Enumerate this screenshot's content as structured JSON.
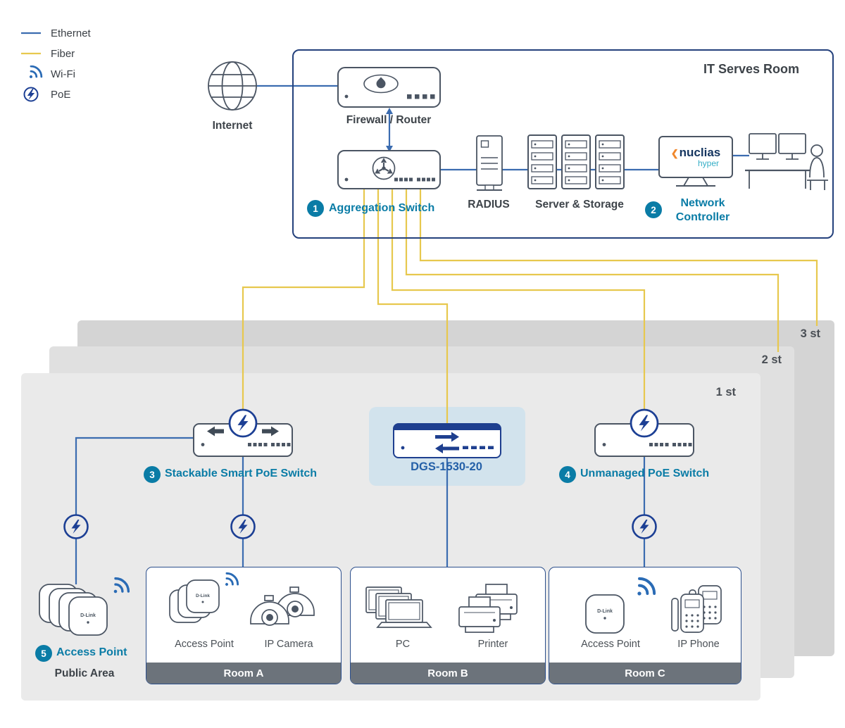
{
  "legend": {
    "items": [
      {
        "name": "ethernet",
        "label": "Ethernet"
      },
      {
        "name": "fiber",
        "label": "Fiber"
      },
      {
        "name": "wifi",
        "label": "Wi-Fi"
      },
      {
        "name": "poe",
        "label": "PoE"
      }
    ]
  },
  "it_room": {
    "title": "IT Serves Room",
    "internet_label": "Internet",
    "firewall_label": "Firewall / Router",
    "aggregation_badge": "1",
    "aggregation_label": "Aggregation Switch",
    "radius_label": "RADIUS",
    "server_label": "Server & Storage",
    "controller_badge": "2",
    "controller_line1": "Network",
    "controller_line2": "Controller"
  },
  "brand": {
    "chevron": "❮",
    "nuclias": "nuclias",
    "hyper": "hyper",
    "dlink": "D-Link"
  },
  "floors": {
    "f3": "3 st",
    "f2": "2 st",
    "f1": "1 st"
  },
  "access_layer": {
    "stackable_badge": "3",
    "stackable_label": "Stackable Smart PoE Switch",
    "dgs_label": "DGS-1530-20",
    "unmanaged_badge": "4",
    "unmanaged_label": "Unmanaged PoE Switch"
  },
  "public_area": {
    "badge": "5",
    "label": "Access Point",
    "area_label": "Public Area"
  },
  "rooms": [
    {
      "name": "Room A",
      "items": [
        "Access Point",
        "IP Camera"
      ]
    },
    {
      "name": "Room B",
      "items": [
        "PC",
        "Printer"
      ]
    },
    {
      "name": "Room C",
      "items": [
        "Access Point",
        "IP Phone"
      ]
    }
  ],
  "colors": {
    "ethernet_line": "#3b6cb0",
    "fiber_line": "#e7c84e",
    "teal_accent": "#0a7ca6",
    "navy_accent": "#1c3f94",
    "device_gray": "#4b5563",
    "floor1": "#eaeaea",
    "floor2": "#e0e0e0",
    "floor3": "#d4d4d4",
    "dgs_highlight": "#d2e3ed",
    "room_footer": "#6c737b",
    "nuclias_orange": "#f0882d",
    "nuclias_navy": "#14355f",
    "nuclias_teal": "#35aec6",
    "dgs_label_blue": "#2460a8"
  }
}
